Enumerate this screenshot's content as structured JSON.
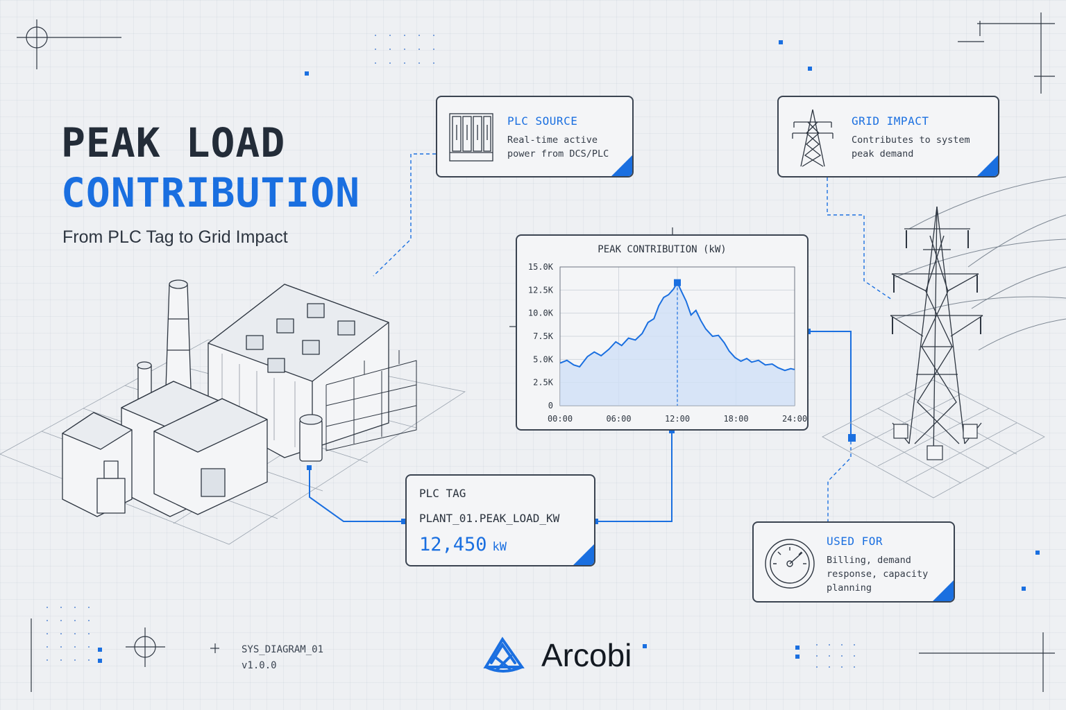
{
  "header": {
    "title_line1": "PEAK LOAD",
    "title_line2": "CONTRIBUTION",
    "subtitle": "From PLC Tag to Grid Impact"
  },
  "plc_source": {
    "title": "PLC SOURCE",
    "desc_line1": "Real-time active",
    "desc_line2": "power from DCS/PLC",
    "icon": "plc-rack-icon"
  },
  "grid_impact": {
    "title": "GRID IMPACT",
    "desc_line1": "Contributes to system",
    "desc_line2": "peak demand",
    "icon": "transmission-tower-icon"
  },
  "plc_tag": {
    "title": "PLC TAG",
    "tag": "PLANT_01.PEAK_LOAD_KW",
    "value": "12,450",
    "unit": "kW"
  },
  "used_for": {
    "title": "USED FOR",
    "desc_line1": "Billing, demand",
    "desc_line2": "response, capacity",
    "desc_line3": "planning",
    "icon": "gauge-icon"
  },
  "footer": {
    "code": "SYS_DIAGRAM_01",
    "version": "v1.0.0",
    "brand": "Arcobi"
  },
  "colors": {
    "accent": "#1a6fe0",
    "ink": "#232c38",
    "background": "#eef0f3"
  },
  "chart_data": {
    "type": "area",
    "title": "PEAK CONTRIBUTION (kW)",
    "x_tick_labels": [
      "00:00",
      "06:00",
      "12:00",
      "18:00",
      "24:00"
    ],
    "y_tick_labels": [
      "0",
      "2.5K",
      "5.0K",
      "7.5K",
      "10.0K",
      "12.5K",
      "15.0K"
    ],
    "y_ticks": [
      0,
      2500,
      5000,
      7500,
      10000,
      12500,
      15000
    ],
    "x_ticks": [
      0,
      6,
      12,
      18,
      24
    ],
    "xlim": [
      0,
      24
    ],
    "ylim": [
      0,
      15000
    ],
    "x": [
      0,
      0.7,
      1.4,
      2,
      2.8,
      3.5,
      4.2,
      5,
      5.7,
      6.3,
      7,
      7.7,
      8.4,
      9,
      9.6,
      10.1,
      10.6,
      11.1,
      11.6,
      12,
      12.4,
      12.9,
      13.4,
      13.9,
      14.4,
      14.9,
      15.6,
      16.2,
      16.8,
      17.3,
      17.9,
      18.5,
      19.1,
      19.6,
      20.3,
      21,
      21.7,
      22.3,
      23,
      23.6,
      24
    ],
    "y": [
      4600,
      4900,
      4400,
      4200,
      5300,
      5800,
      5400,
      6100,
      6900,
      6500,
      7300,
      7100,
      7800,
      9000,
      9400,
      10800,
      11700,
      12000,
      12600,
      13300,
      12400,
      11300,
      9800,
      10300,
      9200,
      8300,
      7500,
      7600,
      6800,
      5900,
      5200,
      4800,
      5100,
      4700,
      4900,
      4400,
      4500,
      4100,
      3800,
      4000,
      3900
    ],
    "peak": {
      "x": 12,
      "y": 13300
    },
    "grid": true,
    "series": [
      {
        "values_ref": "y",
        "color": "#1a6fe0"
      }
    ]
  }
}
